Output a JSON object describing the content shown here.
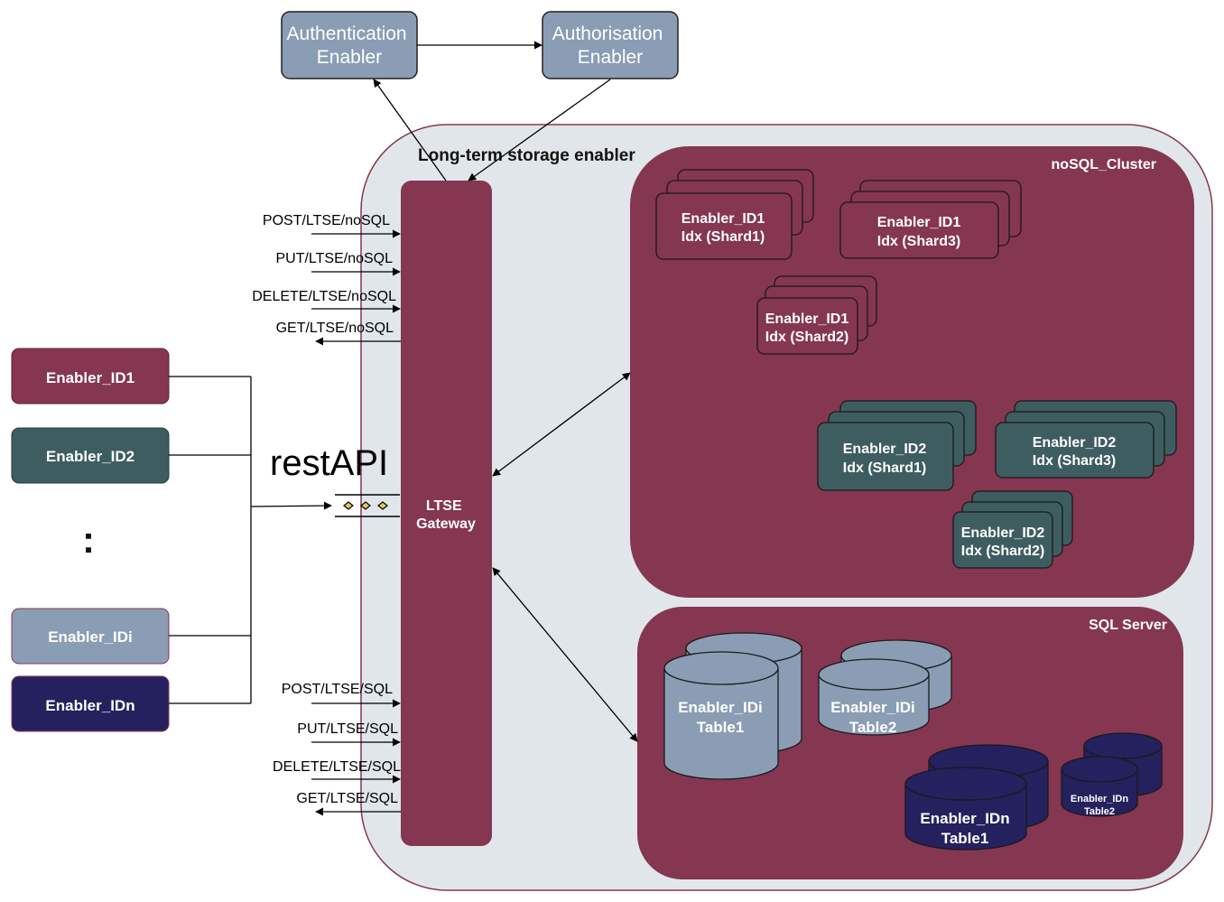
{
  "auth": {
    "authentication": [
      "Authentication",
      "Enabler"
    ],
    "authorisation": [
      "Authorisation",
      "Enabler"
    ]
  },
  "ltse": {
    "title": "Long-term storage enabler",
    "gateway": [
      "LTSE",
      "Gateway"
    ]
  },
  "clients": {
    "enablers": [
      "Enabler_ID1",
      "Enabler_ID2",
      "Enabler_IDi",
      "Enabler_IDn"
    ],
    "ellipsis": ":",
    "api_label": "restAPI"
  },
  "endpoints": {
    "nosql": [
      "POST/LTSE/noSQL",
      "PUT/LTSE/noSQL",
      "DELETE/LTSE/noSQL",
      "GET/LTSE/noSQL"
    ],
    "sql": [
      "POST/LTSE/SQL",
      "PUT/LTSE/SQL",
      "DELETE/LTSE/SQL",
      "GET/LTSE/SQL"
    ]
  },
  "nosql_cluster": {
    "title": "noSQL_Cluster",
    "shards": [
      [
        "Enabler_ID1",
        "Idx (Shard1)"
      ],
      [
        "Enabler_ID1",
        "Idx (Shard3)"
      ],
      [
        "Enabler_ID1",
        "Idx (Shard2)"
      ],
      [
        "Enabler_ID2",
        "Idx (Shard1)"
      ],
      [
        "Enabler_ID2",
        "Idx (Shard3)"
      ],
      [
        "Enabler_ID2",
        "Idx (Shard2)"
      ]
    ]
  },
  "sql_server": {
    "title": "SQL Server",
    "tables": [
      [
        "Enabler_IDi",
        "Table1"
      ],
      [
        "Enabler_IDi",
        "Table2"
      ],
      [
        "Enabler_IDn",
        "Table1"
      ],
      [
        "Enabler_IDn",
        "Table2"
      ]
    ]
  },
  "colors": {
    "maroon": "#853651",
    "teal": "#3e5d60",
    "slate": "#8a9db5",
    "navy": "#25215e",
    "ltse_bg": "#e1e6ea"
  }
}
